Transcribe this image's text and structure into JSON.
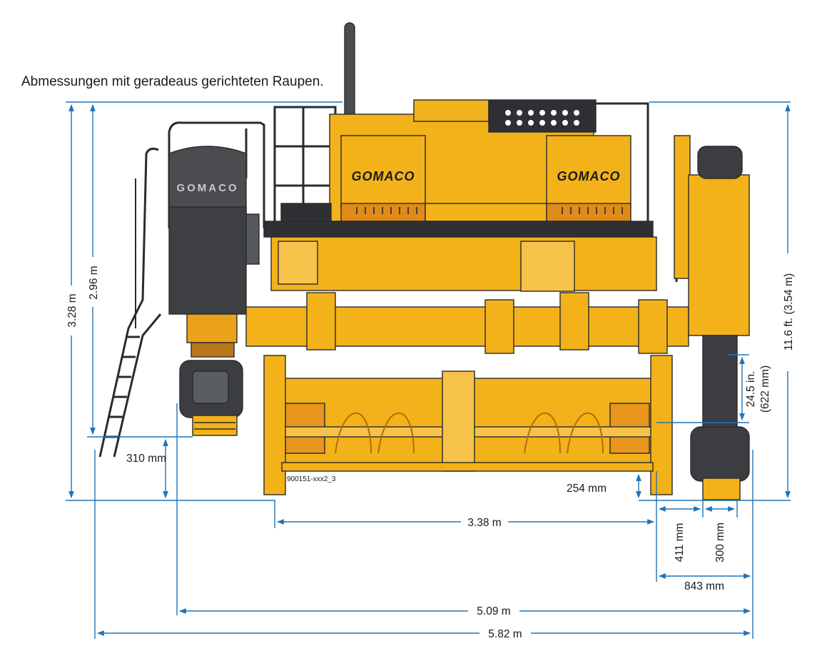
{
  "caption": "Abmessungen mit geradeaus gerichteten Raupen.",
  "brand": "GOMACO",
  "part_number": "900151-xxx2_3",
  "colors": {
    "machine_yellow": "#f3b21a",
    "machine_orange": "#e8961e",
    "dark_gray": "#3b3d40",
    "dimension_blue": "#1f73b7"
  },
  "dimensions": {
    "overall_height": "3.28 m",
    "height_2": "2.96 m",
    "height_imperial": "11.6 ft. (3.54 m)",
    "ground_clearance_left": "310 mm",
    "ground_clearance_right": "254 mm",
    "leg_adjust": "24.5 in.",
    "leg_adjust_metric": "(622 mm)",
    "mold_width": "3.38 m",
    "offset_a": "411 mm",
    "track_width": "300 mm",
    "offset_total": "843 mm",
    "width_tracks": "5.09 m",
    "overall_width": "5.82 m"
  }
}
